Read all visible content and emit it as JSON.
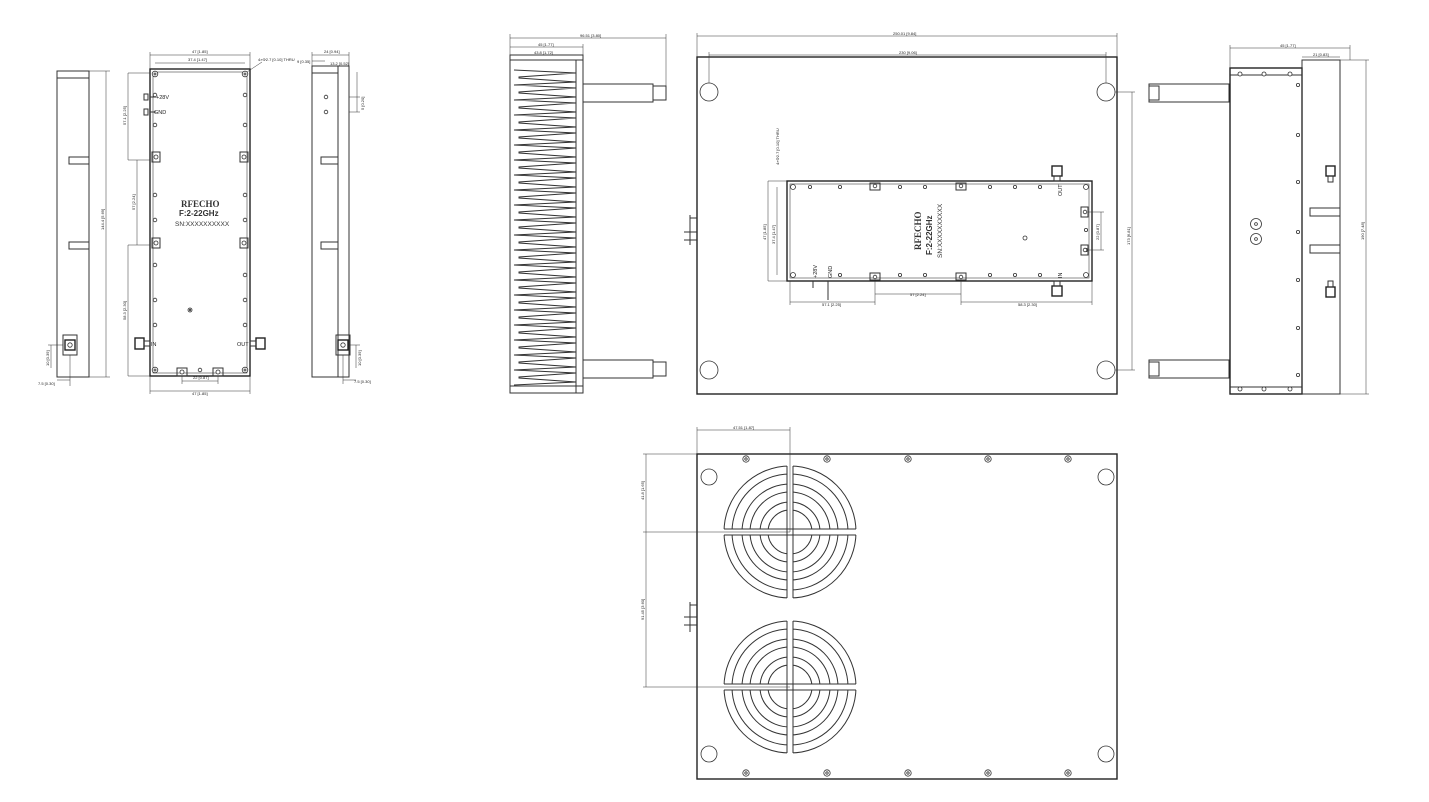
{
  "front_view": {
    "brand": "RFECHO",
    "frequency": "F:2-22GHz",
    "serial": "SN:XXXXXXXXXX",
    "label_power": "+28V",
    "label_gnd": "GND",
    "label_in": "IN",
    "label_out": "OUT",
    "dim_width": "47 [1.85]",
    "dim_hole_span": "37.4 [1.47]",
    "dim_hole_note": "4×Φ2.7 [0.10] THRU",
    "dim_height": "144.4 [5.69]",
    "dim_upper": "57.1 [2.25]",
    "dim_mid": "57 [2.24]",
    "dim_lower": "58.3 [2.30]",
    "dim_conn_gap": "22 [0.87]",
    "dim_conn_h": "10 [0.39]",
    "dim_conn_off": "7.5 [0.30]",
    "dim_side_w": "24 [0.94]",
    "dim_side_a": "9 [0.35]",
    "dim_side_b": "13.2 [0.52]",
    "dim_side_c": "5 [0.20]"
  },
  "heatsink_view": {
    "dim_total": "96.51 [3.80]",
    "dim_base": "45 [1.77]",
    "dim_fin": "43.8 [1.72]"
  },
  "top_view": {
    "brand": "RFECHO",
    "frequency": "F:2-22GHz",
    "serial": "SN:XXXXXXXXXX",
    "label_power": "+28V",
    "label_gnd": "GND",
    "label_in": "IN",
    "label_out": "OUT",
    "dim_total": "250.01 [9.84]",
    "dim_holes": "230 [9.06]",
    "dim_vertical": "173 [6.81]",
    "dim_hole_note": "4×Φ2.7 [0.10] THRU",
    "dim_left_a": "47 [1.85]",
    "dim_left_b": "37.4 [1.47]",
    "dim_right": "22 [0.87]",
    "dim_b1": "57.1 [2.25]",
    "dim_b2": "57 [2.24]",
    "dim_b3": "58.3 [2.30]"
  },
  "side_view": {
    "dim_total": "45 [1.77]",
    "dim_part": "21 [0.83]",
    "dim_height": "190 [7.48]"
  },
  "bottom_view": {
    "dim_fan_x": "47.51 [1.87]",
    "dim_fan_y": "41.8 [1.65]",
    "dim_fan_pitch": "91.45 [3.60]"
  }
}
